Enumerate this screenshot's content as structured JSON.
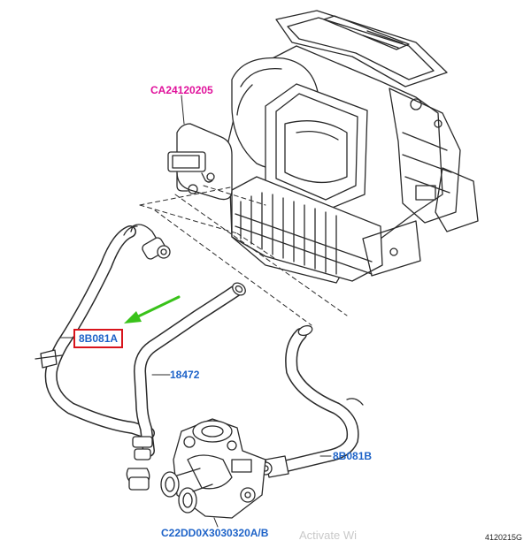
{
  "diagram": {
    "callouts": {
      "heater_unit": "CA24120205",
      "hose_a": "8B081A",
      "hose_mid": "18472",
      "hose_b": "8B081B",
      "thermostat_housing": "C22DD0X3030320A/B"
    },
    "watermark": "Activate Wi",
    "figure_id": "4120215G"
  },
  "colors": {
    "line": "#2a2a2a",
    "callout_magenta": "#e0119b",
    "callout_blue": "#1e63c8",
    "highlight_box": "#d8141c",
    "arrow": "#39c21a"
  },
  "icons": {
    "pointer_arrow": "green-arrow-icon"
  }
}
